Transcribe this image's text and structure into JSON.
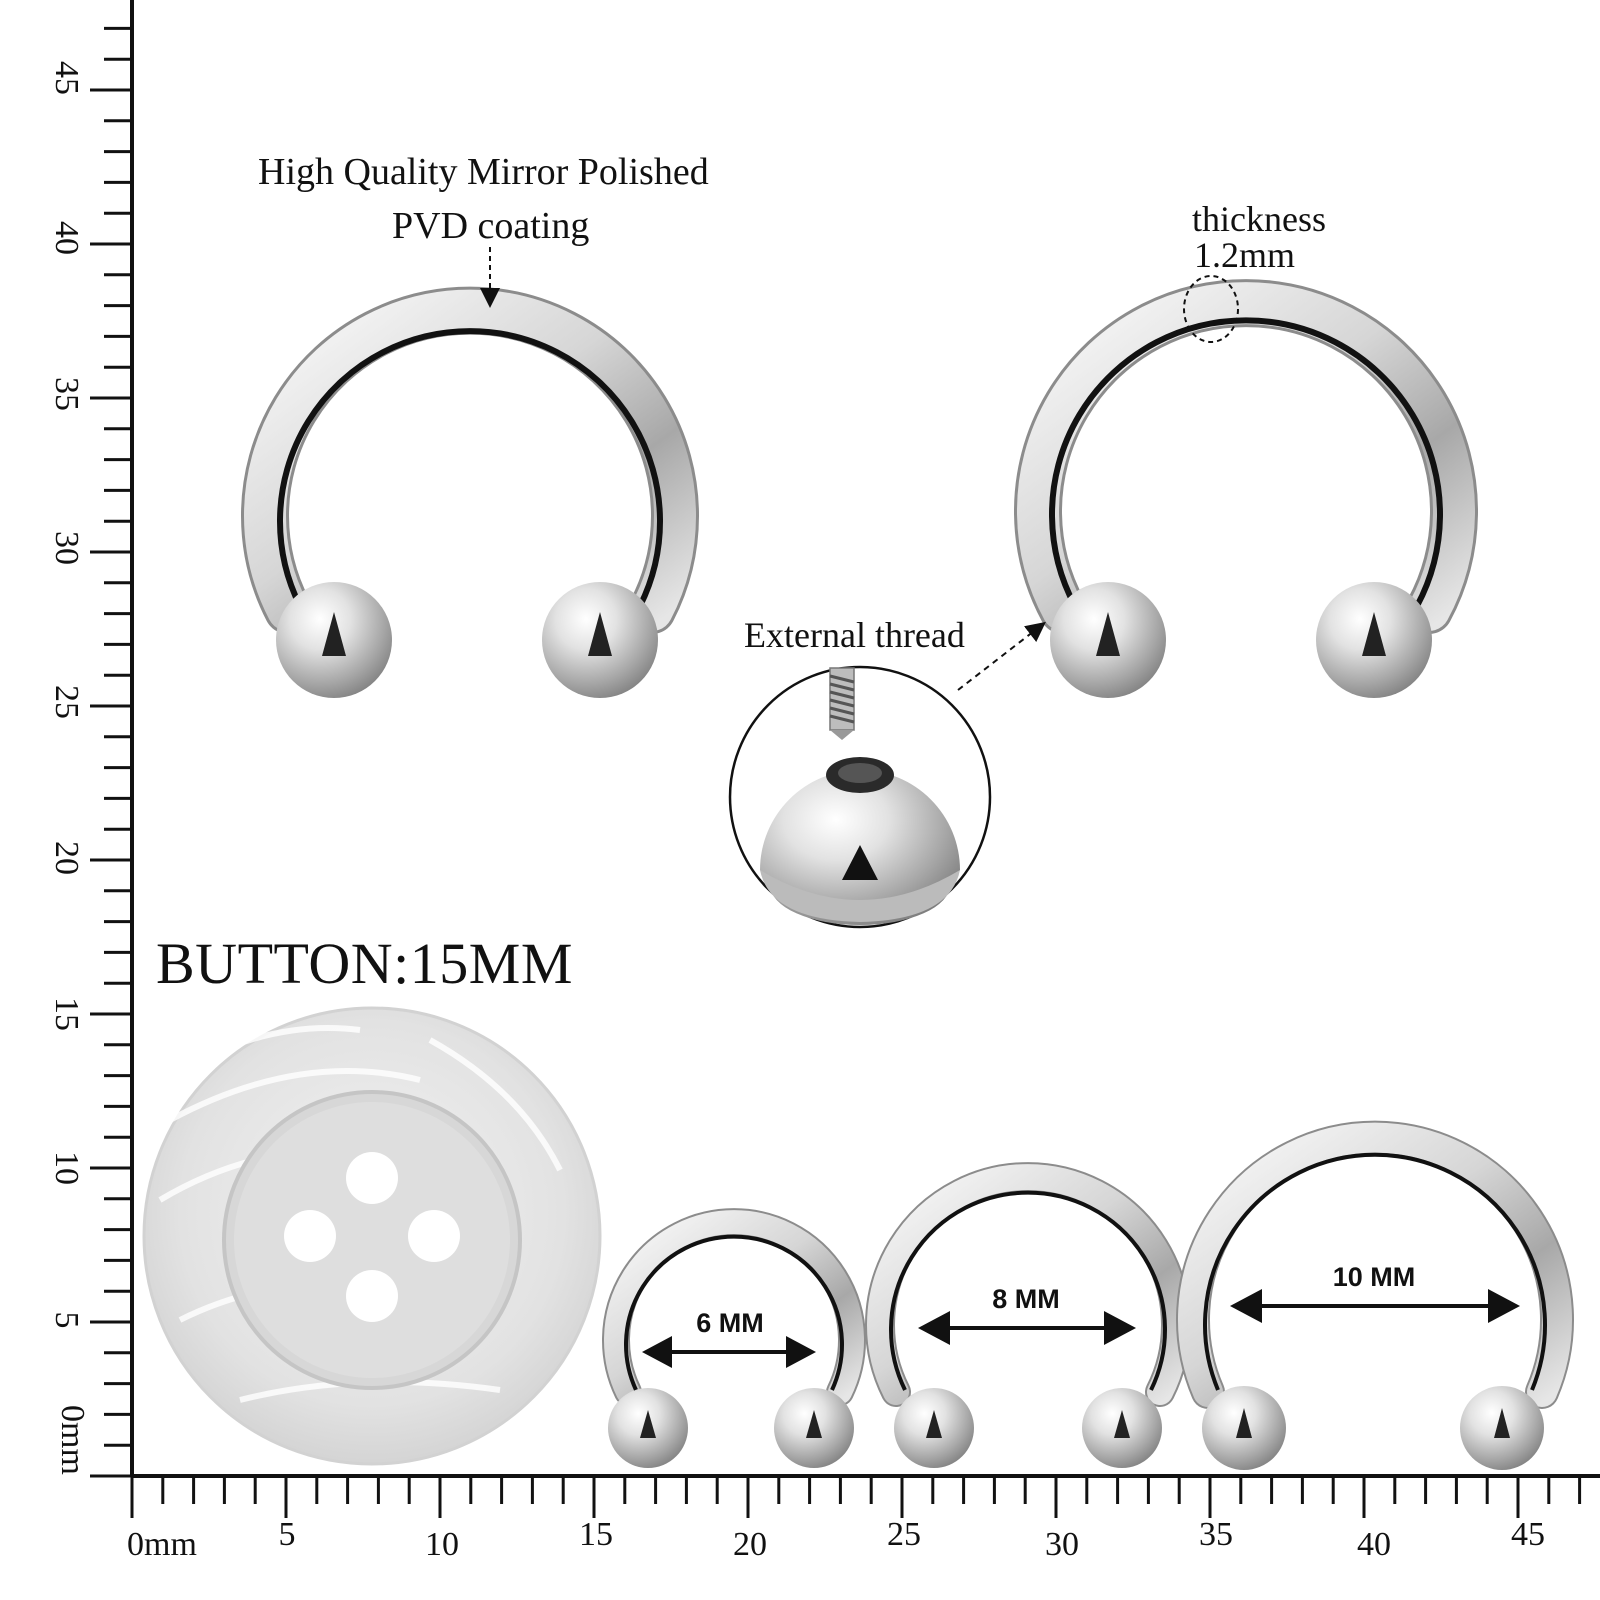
{
  "annotations": {
    "coating_line1": "High Quality Mirror Polished",
    "coating_line2": "PVD coating",
    "thickness_line1": "thickness",
    "thickness_line2": "1.2mm",
    "thread": "External thread",
    "button": "BUTTON:15MM"
  },
  "sizes": [
    {
      "label": "6 MM",
      "diameter_mm": 6
    },
    {
      "label": "8 MM",
      "diameter_mm": 8
    },
    {
      "label": "10 MM",
      "diameter_mm": 10
    }
  ],
  "ruler": {
    "x_labels": [
      "0mm",
      "5",
      "10",
      "15",
      "20",
      "25",
      "30",
      "35",
      "40",
      "45"
    ],
    "y_labels": [
      "0mm",
      "5",
      "10",
      "15",
      "20",
      "25",
      "30",
      "35",
      "40",
      "45"
    ]
  },
  "colors": {
    "metal_light": "#f4f4f4",
    "metal_dark": "#8e8e8e",
    "ink": "#111111",
    "button_face": "#e4e4e4"
  }
}
